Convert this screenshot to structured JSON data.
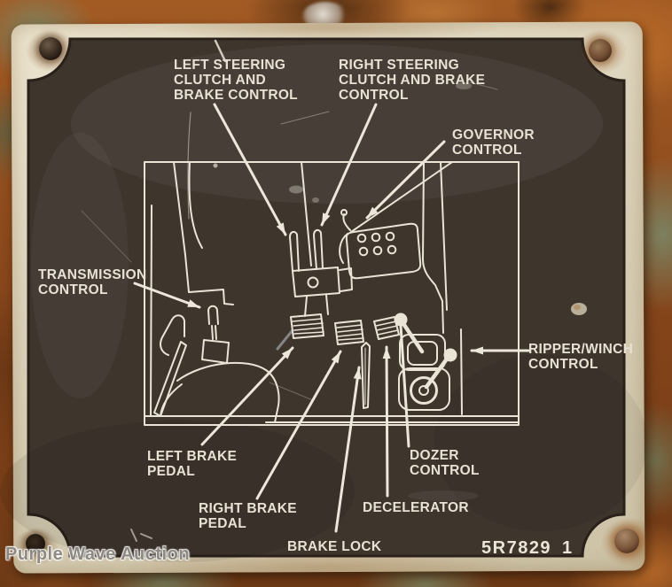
{
  "plate": {
    "part_number": "5R7829",
    "part_revision": "1",
    "labels": {
      "left_steering": {
        "lines": [
          "LEFT STEERING",
          "CLUTCH AND",
          "BRAKE CONTROL"
        ]
      },
      "right_steering": {
        "lines": [
          "RIGHT STEERING",
          "CLUTCH AND BRAKE",
          "CONTROL"
        ]
      },
      "governor": {
        "lines": [
          "GOVERNOR",
          "CONTROL"
        ]
      },
      "transmission": {
        "lines": [
          "TRANSMISSION",
          "CONTROL"
        ]
      },
      "ripper_winch": {
        "lines": [
          "RIPPER/WINCH",
          "CONTROL"
        ]
      },
      "left_brake": {
        "lines": [
          "LEFT BRAKE",
          "PEDAL"
        ]
      },
      "right_brake": {
        "lines": [
          "RIGHT BRAKE",
          "PEDAL"
        ]
      },
      "brake_lock": {
        "lines": [
          "BRAKE LOCK"
        ]
      },
      "decelerator": {
        "lines": [
          "DECELERATOR"
        ]
      },
      "dozer": {
        "lines": [
          "DOZER",
          "CONTROL"
        ]
      }
    },
    "colors": {
      "panel": "#3e352d",
      "border": "#ddd3ba",
      "line": "#e9e4d6"
    }
  },
  "watermark": "Purple Wave Auction",
  "background": {
    "colors": {
      "rust": "#8f4f1f",
      "patina": "#7c8766"
    }
  }
}
